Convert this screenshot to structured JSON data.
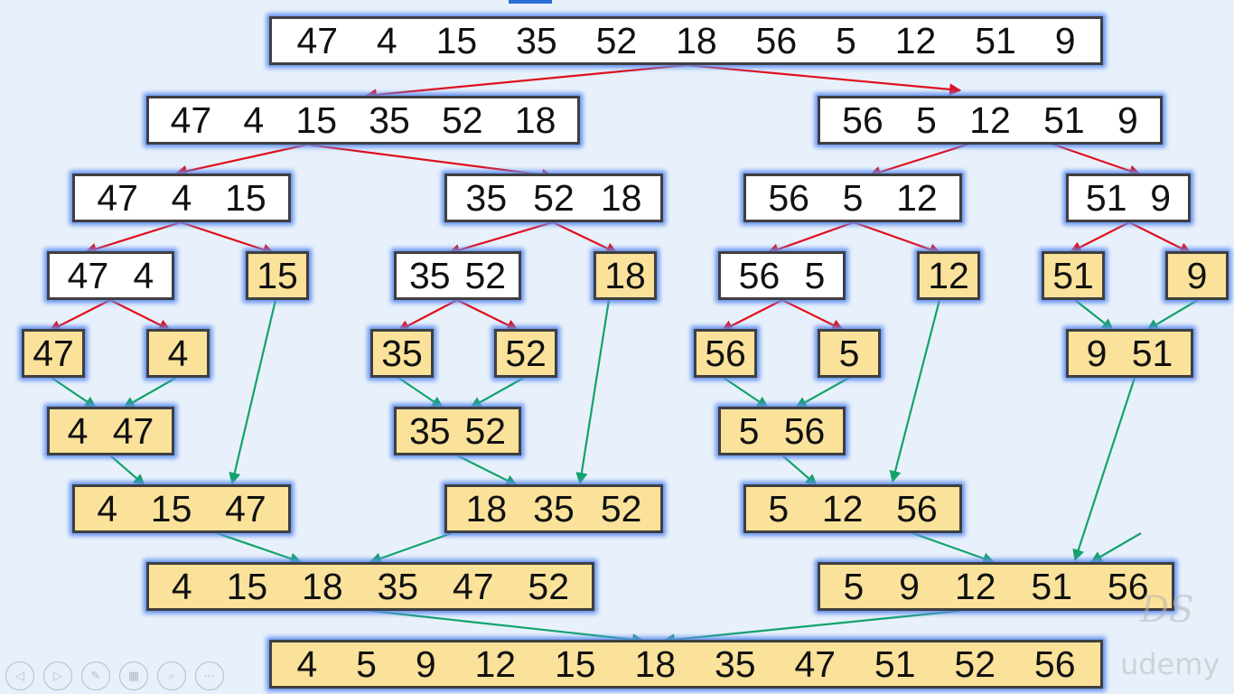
{
  "diagram": {
    "nodes": [
      {
        "id": "l0",
        "kind": "split",
        "values": [
          "47",
          "4",
          "15",
          "35",
          "52",
          "18",
          "56",
          "5",
          "12",
          "51",
          "9"
        ]
      },
      {
        "id": "l1a",
        "kind": "split",
        "values": [
          "47",
          "4",
          "15",
          "35",
          "52",
          "18"
        ]
      },
      {
        "id": "l1b",
        "kind": "split",
        "values": [
          "56",
          "5",
          "12",
          "51",
          "9"
        ]
      },
      {
        "id": "l2a",
        "kind": "split",
        "values": [
          "47",
          "4",
          "15"
        ]
      },
      {
        "id": "l2b",
        "kind": "split",
        "values": [
          "35",
          "52",
          "18"
        ]
      },
      {
        "id": "l2c",
        "kind": "split",
        "values": [
          "56",
          "5",
          "12"
        ]
      },
      {
        "id": "l2d",
        "kind": "split",
        "values": [
          "51",
          "9"
        ]
      },
      {
        "id": "l3a",
        "kind": "split",
        "values": [
          "47",
          "4"
        ]
      },
      {
        "id": "l3b",
        "kind": "merge",
        "values": [
          "15"
        ]
      },
      {
        "id": "l3c",
        "kind": "split",
        "values": [
          "35",
          "52"
        ]
      },
      {
        "id": "l3d",
        "kind": "merge",
        "values": [
          "18"
        ]
      },
      {
        "id": "l3e",
        "kind": "split",
        "values": [
          "56",
          "5"
        ]
      },
      {
        "id": "l3f",
        "kind": "merge",
        "values": [
          "12"
        ]
      },
      {
        "id": "l3g",
        "kind": "merge",
        "values": [
          "51"
        ]
      },
      {
        "id": "l3h",
        "kind": "merge",
        "values": [
          "9"
        ]
      },
      {
        "id": "l4a",
        "kind": "merge",
        "values": [
          "47"
        ]
      },
      {
        "id": "l4b",
        "kind": "merge",
        "values": [
          "4"
        ]
      },
      {
        "id": "l4c",
        "kind": "merge",
        "values": [
          "35"
        ]
      },
      {
        "id": "l4d",
        "kind": "merge",
        "values": [
          "52"
        ]
      },
      {
        "id": "l4e",
        "kind": "merge",
        "values": [
          "56"
        ]
      },
      {
        "id": "l4f",
        "kind": "merge",
        "values": [
          "5"
        ]
      },
      {
        "id": "m4g",
        "kind": "merge",
        "values": [
          "9",
          "51"
        ]
      },
      {
        "id": "m5a",
        "kind": "merge",
        "values": [
          "4",
          "47"
        ]
      },
      {
        "id": "m5b",
        "kind": "merge",
        "values": [
          "35",
          "52"
        ]
      },
      {
        "id": "m5c",
        "kind": "merge",
        "values": [
          "5",
          "56"
        ]
      },
      {
        "id": "m6a",
        "kind": "merge",
        "values": [
          "4",
          "15",
          "47"
        ]
      },
      {
        "id": "m6b",
        "kind": "merge",
        "values": [
          "18",
          "35",
          "52"
        ]
      },
      {
        "id": "m6c",
        "kind": "merge",
        "values": [
          "5",
          "12",
          "56"
        ]
      },
      {
        "id": "m7a",
        "kind": "merge",
        "values": [
          "4",
          "15",
          "18",
          "35",
          "47",
          "52"
        ]
      },
      {
        "id": "m7b",
        "kind": "merge",
        "values": [
          "5",
          "9",
          "12",
          "51",
          "56"
        ]
      },
      {
        "id": "m8",
        "kind": "merge",
        "values": [
          "4",
          "5",
          "9",
          "12",
          "15",
          "18",
          "35",
          "47",
          "51",
          "52",
          "56"
        ]
      }
    ],
    "colors": {
      "split_fill": "#ffffff",
      "merge_fill": "#fbe29a",
      "split_arrow": "#e0101e",
      "merge_arrow": "#13a36a",
      "glow": "#5f8ef0"
    }
  },
  "watermarks": {
    "logo": "DS",
    "brand": "udemy"
  },
  "controls": [
    {
      "icon": "previous-icon",
      "glyph": "◁"
    },
    {
      "icon": "next-icon",
      "glyph": "▷"
    },
    {
      "icon": "pen-icon",
      "glyph": "✎"
    },
    {
      "icon": "slides-icon",
      "glyph": "▦"
    },
    {
      "icon": "zoom-icon",
      "glyph": "⌕"
    },
    {
      "icon": "more-icon",
      "glyph": "⋯"
    }
  ]
}
